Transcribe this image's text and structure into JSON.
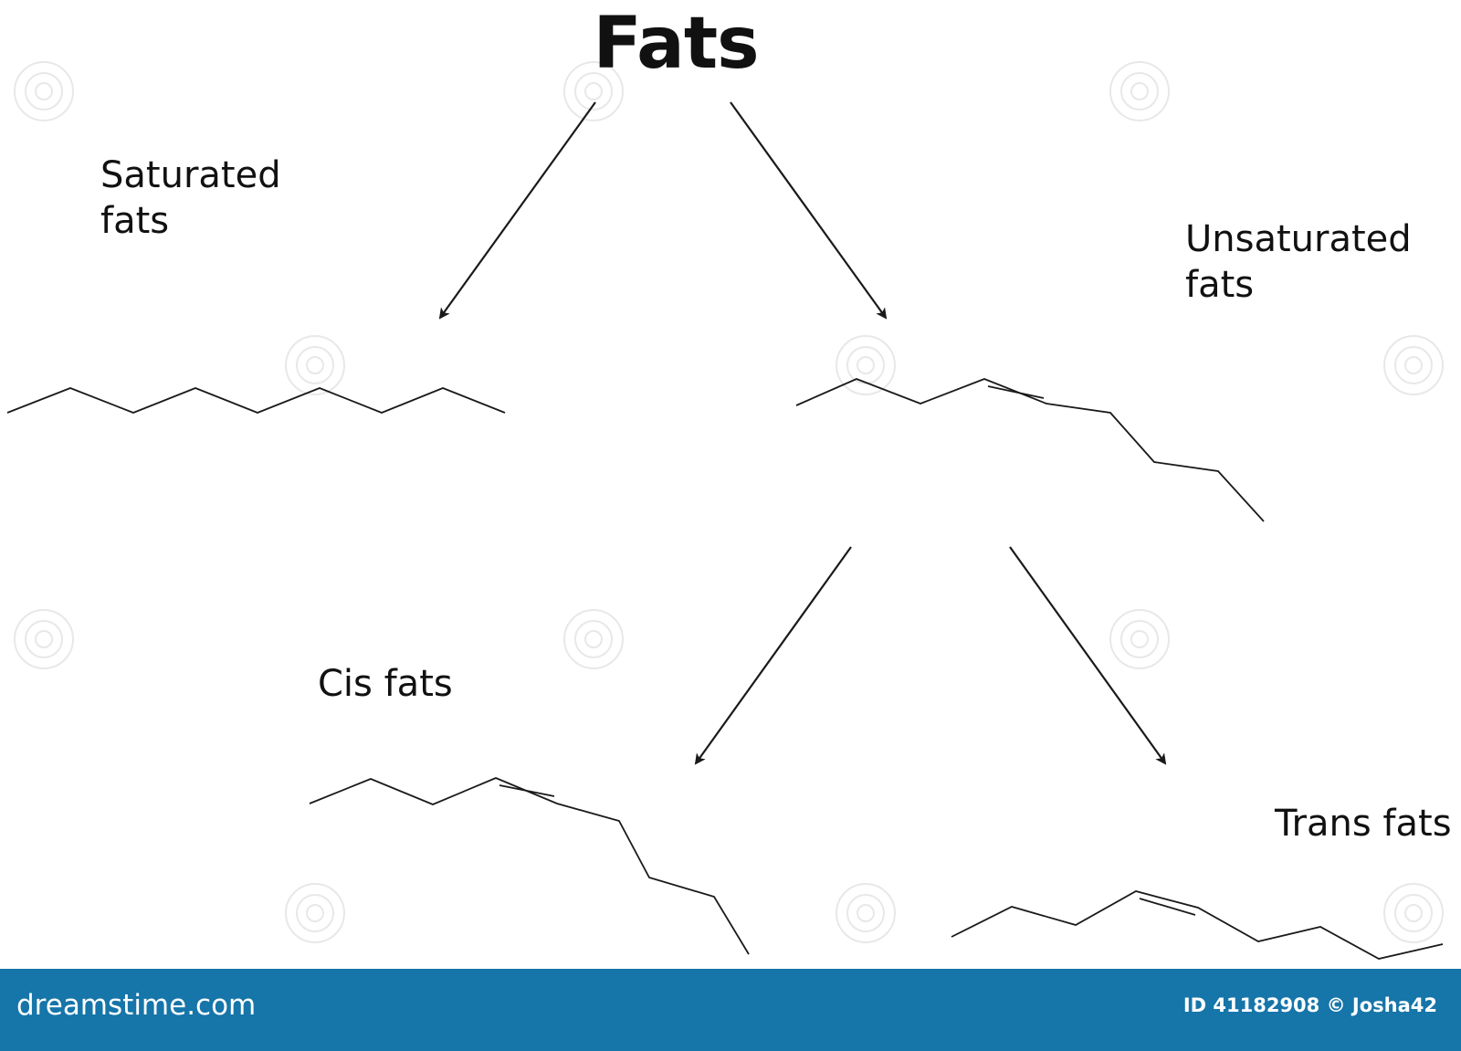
{
  "title": "Fats",
  "labels": {
    "saturated": [
      "Saturated",
      "fats"
    ],
    "unsaturated": [
      "Unsaturated",
      "fats"
    ],
    "cis": "Cis fats",
    "trans": "Trans fats"
  },
  "footer": {
    "brand": "dreamstime.com",
    "credit": "ID 41182908 © Josha42",
    "color": "#1675a9"
  },
  "colors": {
    "line": "#1a1a1a",
    "text": "#111111",
    "watermark": "#e6e6e6"
  }
}
